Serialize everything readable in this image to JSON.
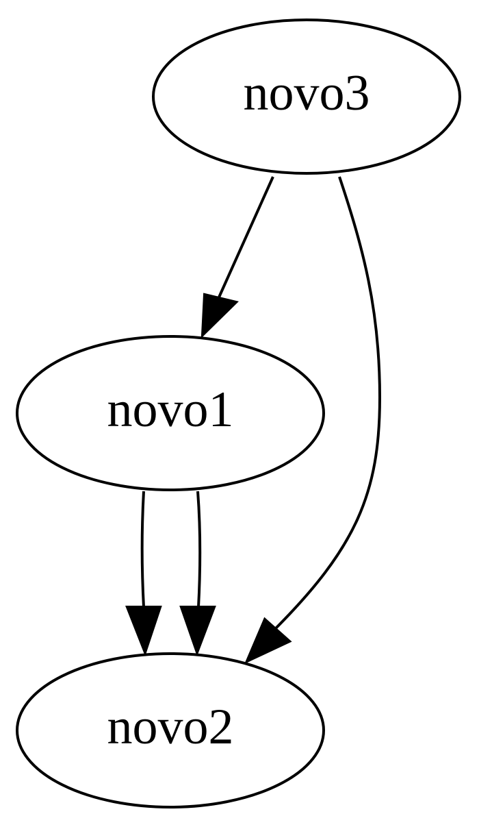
{
  "diagram": {
    "type": "directed-graph",
    "nodes": [
      {
        "id": "novo3",
        "label": "novo3"
      },
      {
        "id": "novo1",
        "label": "novo1"
      },
      {
        "id": "novo2",
        "label": "novo2"
      }
    ],
    "edges": [
      {
        "from": "novo3",
        "to": "novo1"
      },
      {
        "from": "novo3",
        "to": "novo2"
      },
      {
        "from": "novo1",
        "to": "novo2"
      },
      {
        "from": "novo1",
        "to": "novo2"
      }
    ]
  }
}
